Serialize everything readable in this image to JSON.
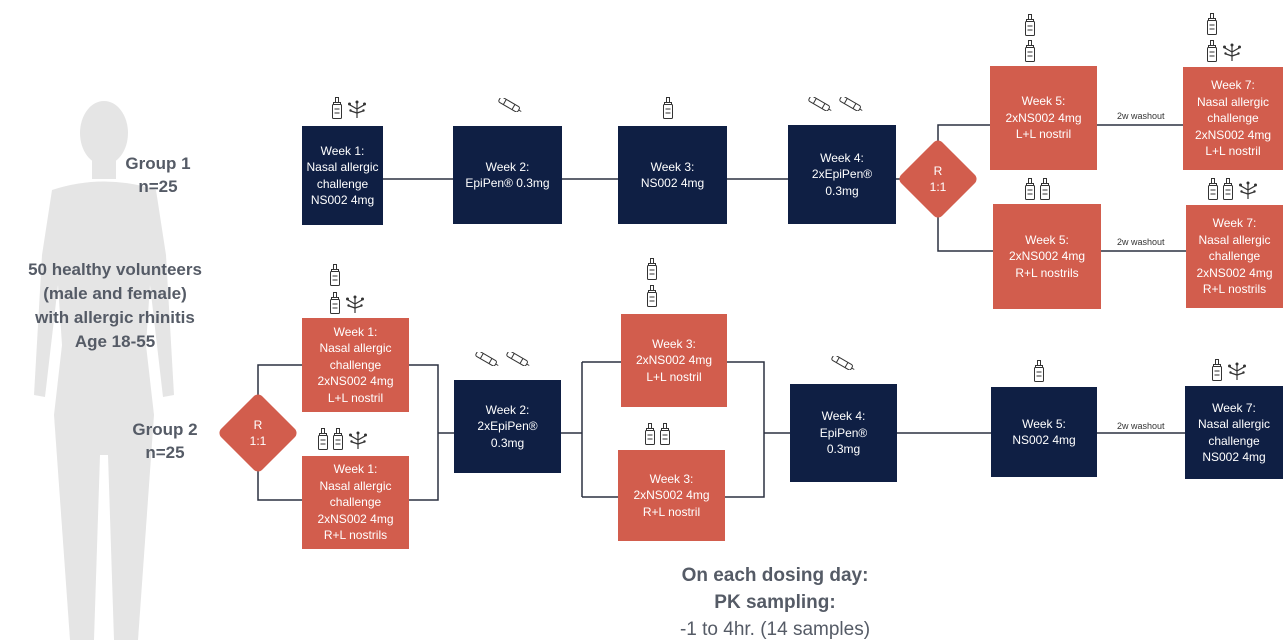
{
  "population": "50 healthy volunteers\n(male and female)\nwith allergic rhinitis\nAge 18-55",
  "groups": [
    {
      "label": "Group 1\nn=25"
    },
    {
      "label": "Group 2\nn=25"
    }
  ],
  "randomization_label": "R\n1:1",
  "washout_label": "2w washout",
  "boxes": {
    "g1_w1": "Week 1:\nNasal allergic\nchallenge\nNS002 4mg",
    "g1_w2": "Week 2:\nEpiPen® 0.3mg",
    "g1_w3": "Week 3:\nNS002 4mg",
    "g1_w4": "Week 4:\n2xEpiPen®\n0.3mg",
    "g1_w5a": "Week 5:\n2xNS002 4mg\nL+L nostril",
    "g1_w5b": "Week 5:\n2xNS002 4mg\nR+L nostrils",
    "g1_w7a": "Week 7:\nNasal allergic\nchallenge\n2xNS002 4mg\nL+L nostril",
    "g1_w7b": "Week 7:\nNasal allergic\nchallenge\n2xNS002 4mg\nR+L nostrils",
    "g2_w1a": "Week 1:\nNasal allergic\nchallenge\n2xNS002 4mg\nL+L nostril",
    "g2_w1b": "Week 1:\nNasal allergic\nchallenge\n2xNS002 4mg\nR+L nostrils",
    "g2_w2": "Week 2:\n2xEpiPen®\n0.3mg",
    "g2_w3a": "Week 3:\n2xNS002 4mg\nL+L nostril",
    "g2_w3b": "Week 3:\n2xNS002 4mg\nR+L nostril",
    "g2_w4": "Week 4:\nEpiPen®\n0.3mg",
    "g2_w5": "Week 5:\nNS002 4mg",
    "g2_w7": "Week 7:\nNasal allergic\nchallenge\nNS002 4mg"
  },
  "icon_types": {
    "spray": "nasal-spray-icon",
    "pen": "epipen-icon",
    "allergen": "allergen-icon"
  },
  "dosing_note": {
    "line1": "On each dosing day:",
    "line2": "PK sampling:",
    "line3": "-1 to 4hr. (14 samples)"
  },
  "colors": {
    "navy": "#0f1f44",
    "coral": "#d25d4d",
    "text_gray": "#555b66"
  }
}
